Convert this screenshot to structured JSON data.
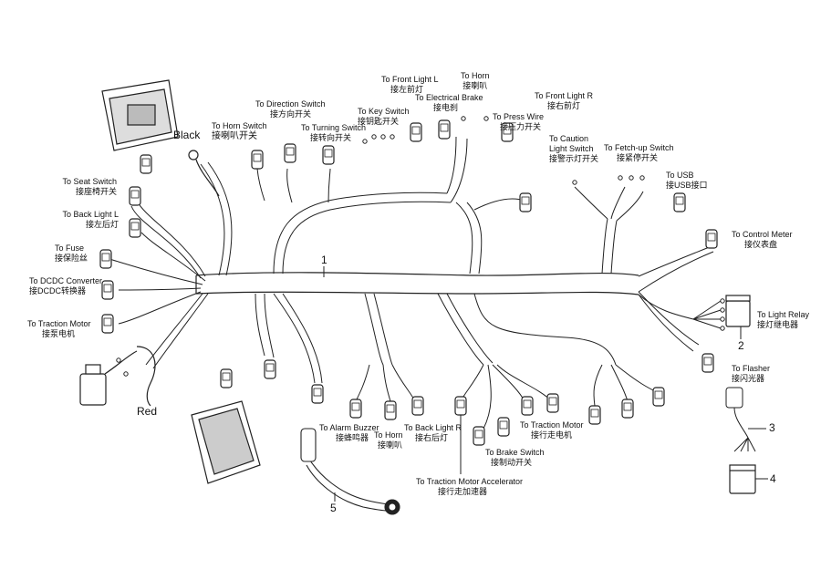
{
  "diagram": {
    "labels": {
      "horn_top": {
        "en": "To Horn",
        "cn": "接喇叭"
      },
      "front_light_l": {
        "en": "To Front Light L",
        "cn": "接左前灯"
      },
      "electrical_brake": {
        "en": "To Electrical Brake",
        "cn": "接电刹"
      },
      "front_light_r": {
        "en": "To Front Light R",
        "cn": "接右前灯"
      },
      "direction_switch": {
        "en": "To Direction Switch",
        "cn": "接方向开关"
      },
      "key_switch": {
        "en": "To Key Switch",
        "cn": "接钥匙开关"
      },
      "press_wire": {
        "en": "To Press Wire",
        "cn": "接压力开关"
      },
      "horn_switch": {
        "en": "To Horn Switch",
        "cn": "接喇叭开关"
      },
      "turning_switch": {
        "en": "To Turning Switch",
        "cn": "接转向开关"
      },
      "caution_light_switch": {
        "en1": "To Caution",
        "en2": "Light Switch",
        "cn": "接警示灯开关"
      },
      "fetch_up_switch": {
        "en": "To Fetch-up Switch",
        "cn": "接紧停开关"
      },
      "usb": {
        "en": "To USB",
        "cn": "接USB接口"
      },
      "seat_switch": {
        "en": "To Seat Switch",
        "cn": "接座椅开关"
      },
      "back_light_l": {
        "en": "To Back Light L",
        "cn": "接左后灯"
      },
      "control_meter": {
        "en": "To Control Meter",
        "cn": "接仪表盘"
      },
      "fuse": {
        "en": "To Fuse",
        "cn": "接保险丝"
      },
      "dcdc_converter": {
        "en": "To DCDC Converter",
        "cn": "接DCDC转换器"
      },
      "traction_motor_left": {
        "en": "To Traction Motor",
        "cn": "接泵电机"
      },
      "light_relay": {
        "en": "To Light Relay",
        "cn": "接灯继电器"
      },
      "flasher": {
        "en": "To Flasher",
        "cn": "接闪光器"
      },
      "alarm_buzzer": {
        "en": "To Alarm Buzzer",
        "cn": "接蜂鸣器"
      },
      "horn_bottom": {
        "en": "To Horn",
        "cn": "接喇叭"
      },
      "back_light_r": {
        "en": "To Back Light R",
        "cn": "接右后灯"
      },
      "traction_motor_right": {
        "en": "To Traction Motor",
        "cn": "接行走电机"
      },
      "brake_switch": {
        "en": "To Brake Switch",
        "cn": "接制动开关"
      },
      "traction_motor_accelerator": {
        "en": "To Traction Motor Accelerator",
        "cn": "接行走加速器"
      }
    },
    "wire_colors": {
      "black": "Black",
      "red": "Red"
    },
    "part_numbers": {
      "p1": "1",
      "p2": "2",
      "p3": "3",
      "p4": "4",
      "p5": "5"
    }
  }
}
